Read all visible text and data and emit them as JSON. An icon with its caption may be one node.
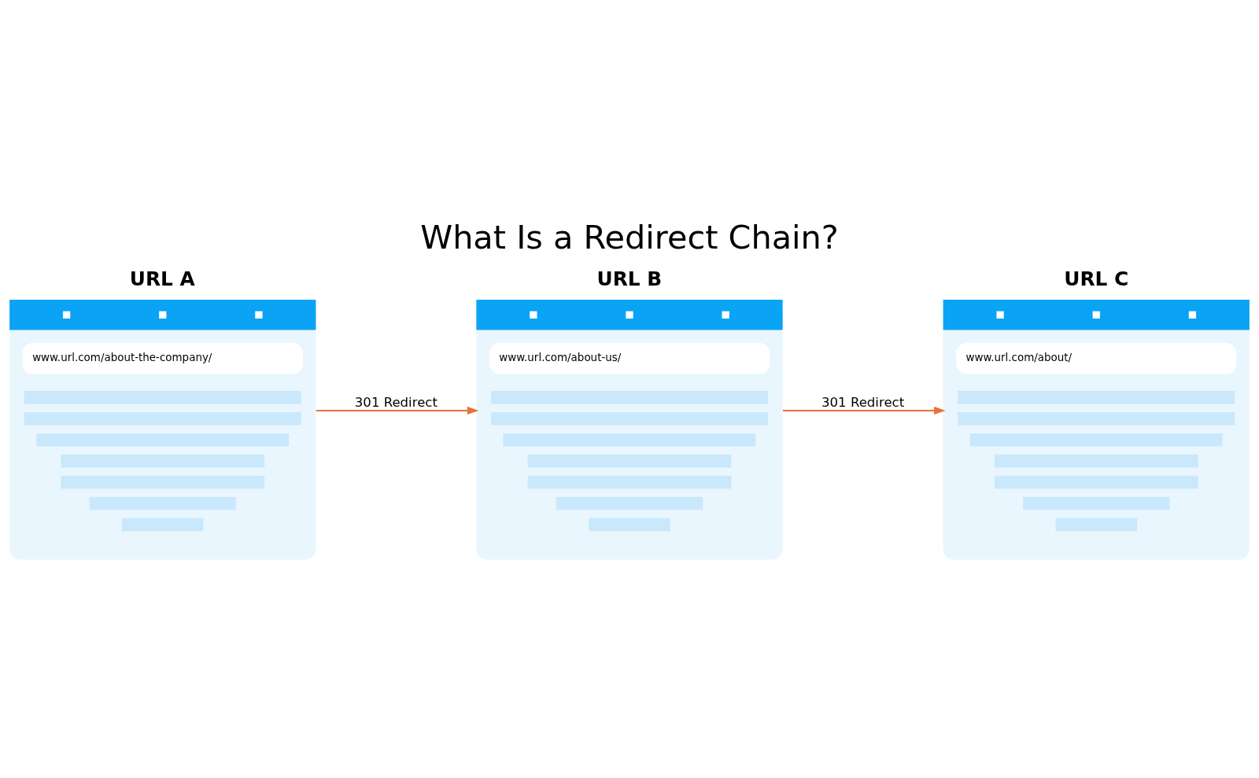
{
  "diagram": {
    "title": "What Is a Redirect Chain?",
    "nodes": [
      {
        "text": [
          "URL A",
          "www.url.com/about-the-company/"
        ]
      },
      {
        "text": [
          "URL B",
          "www.url.com/about-us/"
        ]
      },
      {
        "text": [
          "URL C",
          "www.url.com/about/"
        ]
      }
    ],
    "edges": [
      {
        "from": 0,
        "to": 1,
        "arrow": "to",
        "label": "301 Redirect"
      },
      {
        "from": 1,
        "to": 2,
        "arrow": "to",
        "label": "301 Redirect"
      }
    ]
  }
}
